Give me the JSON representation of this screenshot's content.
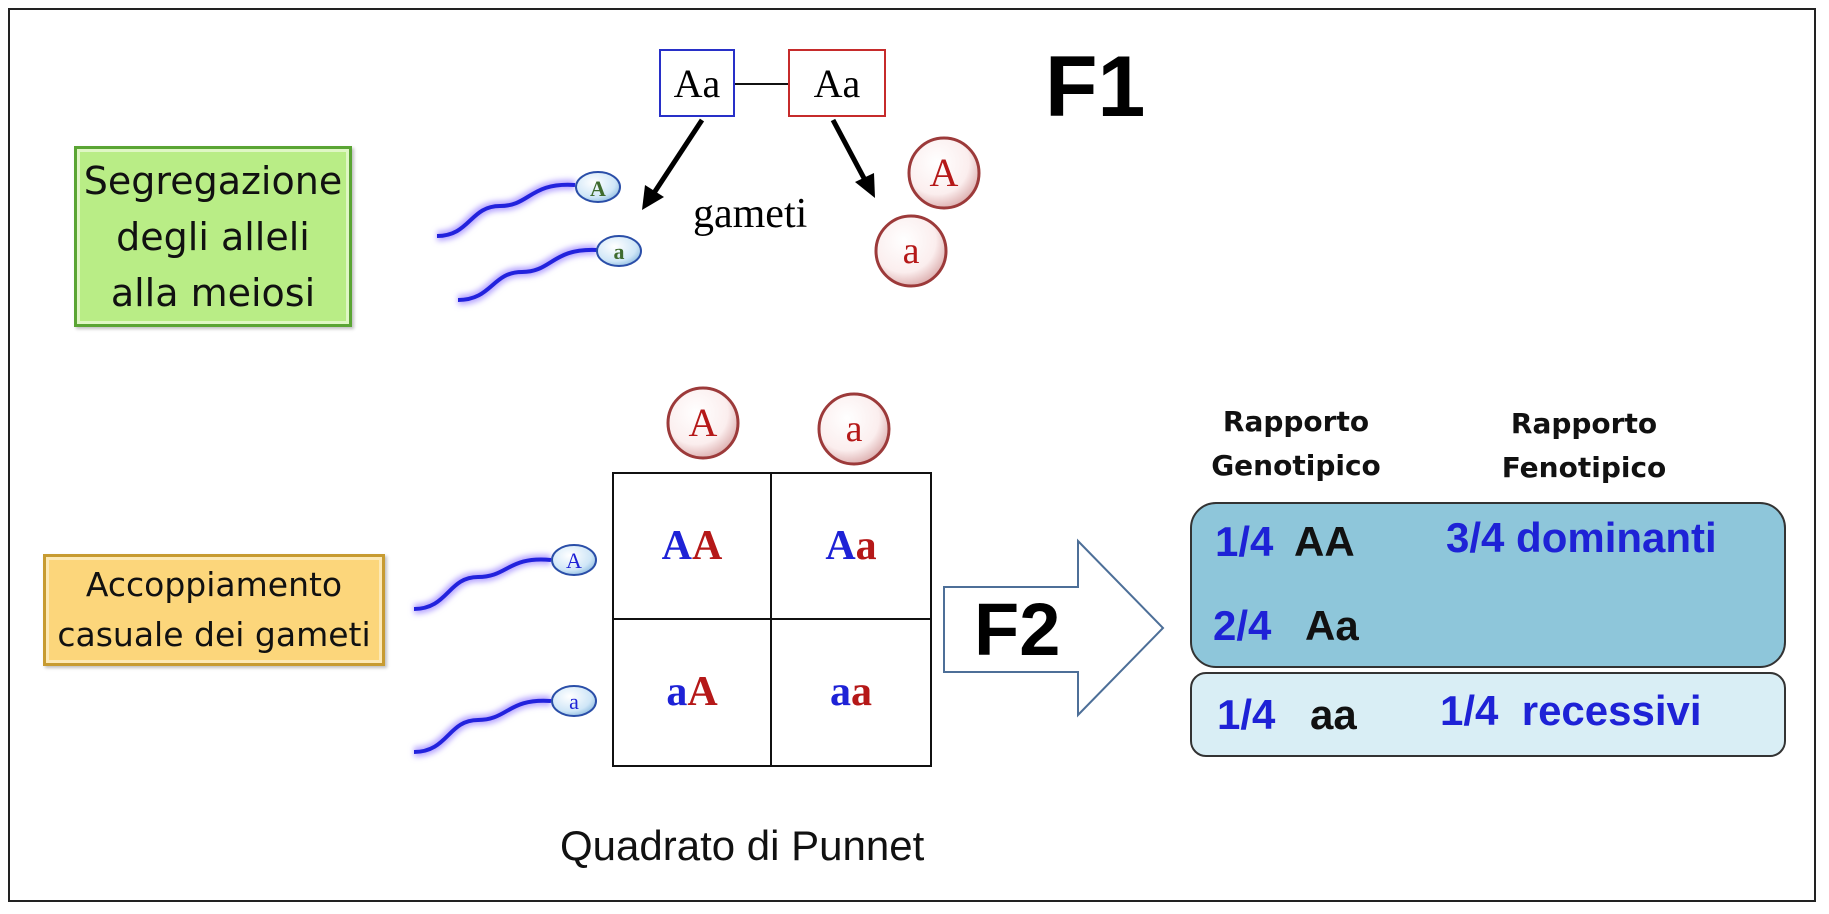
{
  "labels": {
    "segregation": [
      "Segregazione",
      "degli alleli",
      "alla meiosi"
    ],
    "mating": [
      "Accoppiamento",
      "casuale dei gameti"
    ]
  },
  "f1": {
    "title": "F1",
    "parent_left": "Aa",
    "parent_right": "Aa",
    "gametes_label": "gameti",
    "male_gametes": [
      "A",
      "a"
    ],
    "female_gametes": [
      "A",
      "a"
    ]
  },
  "punnett": {
    "col_headers": [
      "A",
      "a"
    ],
    "row_headers": [
      "A",
      "a"
    ],
    "cells": [
      {
        "first": "A",
        "second": "A"
      },
      {
        "first": "A",
        "second": "a"
      },
      {
        "first": "a",
        "second": "A"
      },
      {
        "first": "a",
        "second": "a"
      }
    ],
    "caption": "Quadrato di Punnet",
    "arrow_label": "F2"
  },
  "ratios": {
    "genotypic_header": [
      "Rapporto",
      "Genotipico"
    ],
    "phenotypic_header": [
      "Rapporto",
      "Fenotipico"
    ],
    "rows": [
      {
        "fraction": "1/4",
        "genotype": "AA",
        "phenotype": "3/4 dominanti"
      },
      {
        "fraction": "2/4",
        "genotype": "Aa",
        "phenotype": ""
      },
      {
        "fraction": "1/4",
        "genotype": "aa",
        "phenotype": "1/4  recessivi"
      }
    ]
  },
  "colors": {
    "blue": "#1e22d6",
    "red": "#b51818",
    "dominant_panel": "#8ec6da",
    "recessive_panel": "#d9eef5",
    "label_green": "#b9ed86",
    "label_yellow": "#fcd67b"
  }
}
